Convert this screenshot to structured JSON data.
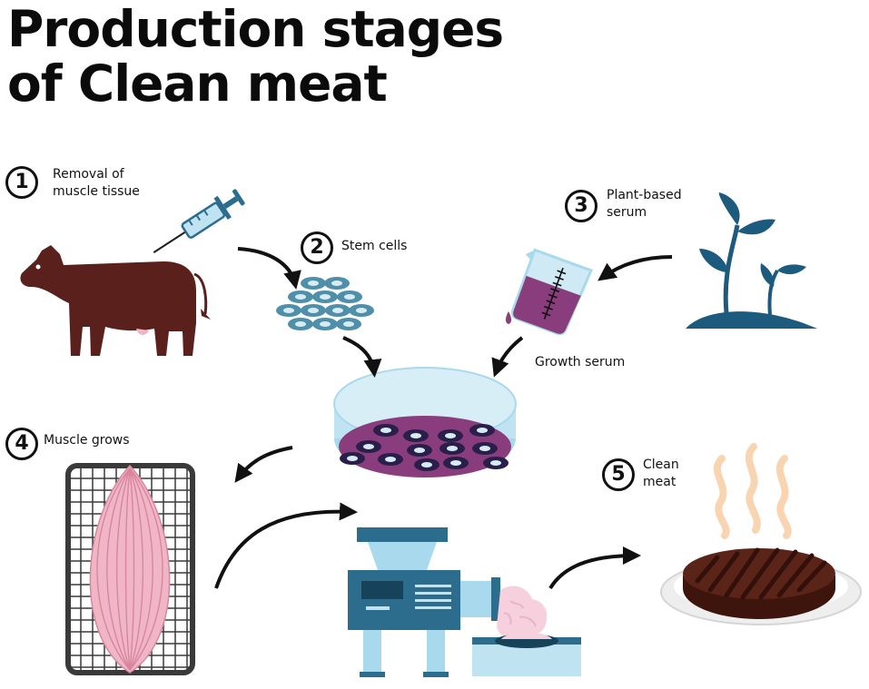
{
  "title": {
    "line1": "Production stages",
    "line2": "of Clean meat"
  },
  "steps": [
    {
      "number": "1",
      "lines": [
        "Removal of",
        "muscle tissue"
      ]
    },
    {
      "number": "2",
      "lines": [
        "Stem cells"
      ]
    },
    {
      "number": "3",
      "lines": [
        "Plant-based",
        "serum"
      ]
    },
    {
      "number": "4",
      "lines": [
        "Muscle grows"
      ]
    },
    {
      "number": "5",
      "lines": [
        "Clean",
        "meat"
      ]
    }
  ],
  "growth_label": "Growth serum",
  "colors": {
    "cow": "#5a211c",
    "plant": "#1d5b7e",
    "cells": "#4f8faa",
    "cell_nucleus": "#d7ecf2",
    "dish": "#a9d9ec",
    "serum": "#8a3d7c",
    "muscle": "#f0b6c7",
    "machine": "#2c6d8e",
    "ground_meat": "#f6d0dc",
    "patty": "#5b2418",
    "steam": "#f8d5b0",
    "arrow": "#111111"
  },
  "icons": [
    "cow-icon",
    "syringe-icon",
    "stem-cells-icon",
    "beaker-icon",
    "plant-icon",
    "petri-dish-icon",
    "muscle-grid-icon",
    "meat-grinder-icon",
    "patty-icon"
  ]
}
